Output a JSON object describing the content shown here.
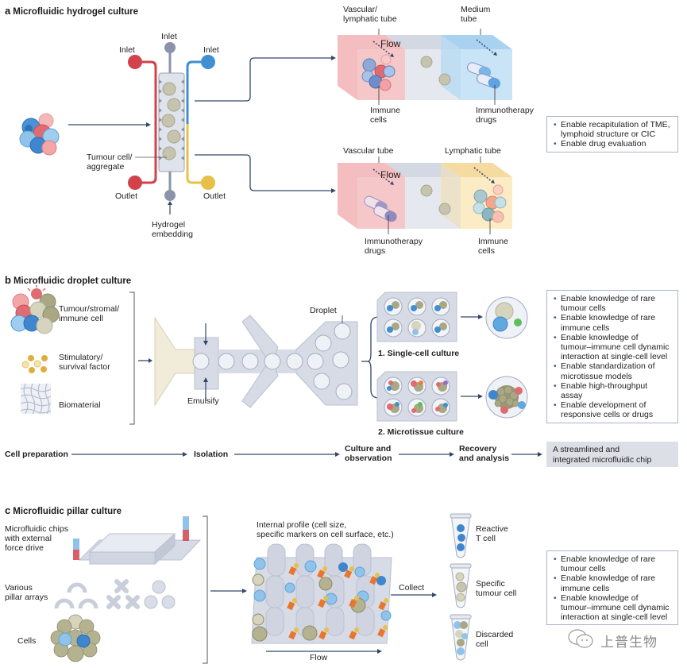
{
  "panel_a": {
    "letter": "a",
    "title": "Microfluidic hydrogel culture",
    "labels": {
      "inlet_top": "Inlet",
      "inlet_left": "Inlet",
      "inlet_right": "Inlet",
      "outlet_left": "Outlet",
      "outlet_right": "Outlet",
      "tumour_cell": "Tumour cell/\naggregate",
      "hydrogel": "Hydrogel\nembedding"
    },
    "top_model": {
      "tube_left": "Vascular/\nlymphatic tube",
      "tube_right": "Medium\ntube",
      "flow": "Flow",
      "bottom_left": "Immune\ncells",
      "bottom_right": "Immunotherapy\ndrugs"
    },
    "bottom_model": {
      "tube_left": "Vascular tube",
      "tube_right": "Lymphatic tube",
      "flow": "Flow",
      "bottom_left": "Immunotherapy\ndrugs",
      "bottom_right": "Immune\ncells"
    },
    "benefits": [
      "Enable recapitulation of TME,\nlymphoid structure or CIC",
      "Enable drug evaluation"
    ]
  },
  "panel_b": {
    "letter": "b",
    "title": "Microfluidic droplet culture",
    "inputs": [
      {
        "label": "Tumour/stromal/\nimmune cell",
        "icon": "cell-cluster-icon"
      },
      {
        "label": "Stimulatory/\nsurvival factor",
        "icon": "factor-dots-icon"
      },
      {
        "label": "Biomaterial",
        "icon": "mesh-icon"
      }
    ],
    "emulsify": "Emulsify",
    "droplet": "Droplet",
    "culture_1": "1. Single-cell culture",
    "culture_2": "2. Microtissue culture",
    "benefits": [
      "Enable knowledge of rare\ntumour cells",
      "Enable knowledge of rare\nimmune cells",
      "Enable knowledge of\ntumour–immune cell dynamic\ninteraction at single-cell level",
      "Enable standardization of\nmicrotissue models",
      "Enable high-throughput\nassay",
      "Enable development of\nresponsive cells or drugs"
    ]
  },
  "workflow": {
    "steps": [
      "Cell preparation",
      "Isolation",
      "Culture and\nobservation",
      "Recovery\nand analysis"
    ],
    "result": "A streamlined and\nintegrated microfluidic chip"
  },
  "panel_c": {
    "letter": "c",
    "title": "Microfluidic pillar culture",
    "inputs": [
      {
        "label": "Microfluidic chips\nwith external\nforce drive"
      },
      {
        "label": "Various\npillar arrays"
      },
      {
        "label": "Cells"
      }
    ],
    "internal_profile": "Internal profile (cell size,\nspecific markers on cell surface, etc.)",
    "flow": "Flow",
    "collect": "Collect",
    "outputs": [
      "Reactive\nT cell",
      "Specific\ntumour cell",
      "Discarded\ncell"
    ],
    "benefits": [
      "Enable knowledge of rare\ntumour cells",
      "Enable knowledge of rare\nimmune cells",
      "Enable knowledge of\ntumour–immune cell dynamic\ninteraction at single-cell level"
    ]
  },
  "watermark": "上普生物",
  "colors": {
    "red": "#d2424a",
    "blue": "#3f8fd2",
    "yellow": "#e8c048",
    "grey": "#8b93a8",
    "arrow": "#34476a",
    "chip": "#d6dbe6"
  }
}
